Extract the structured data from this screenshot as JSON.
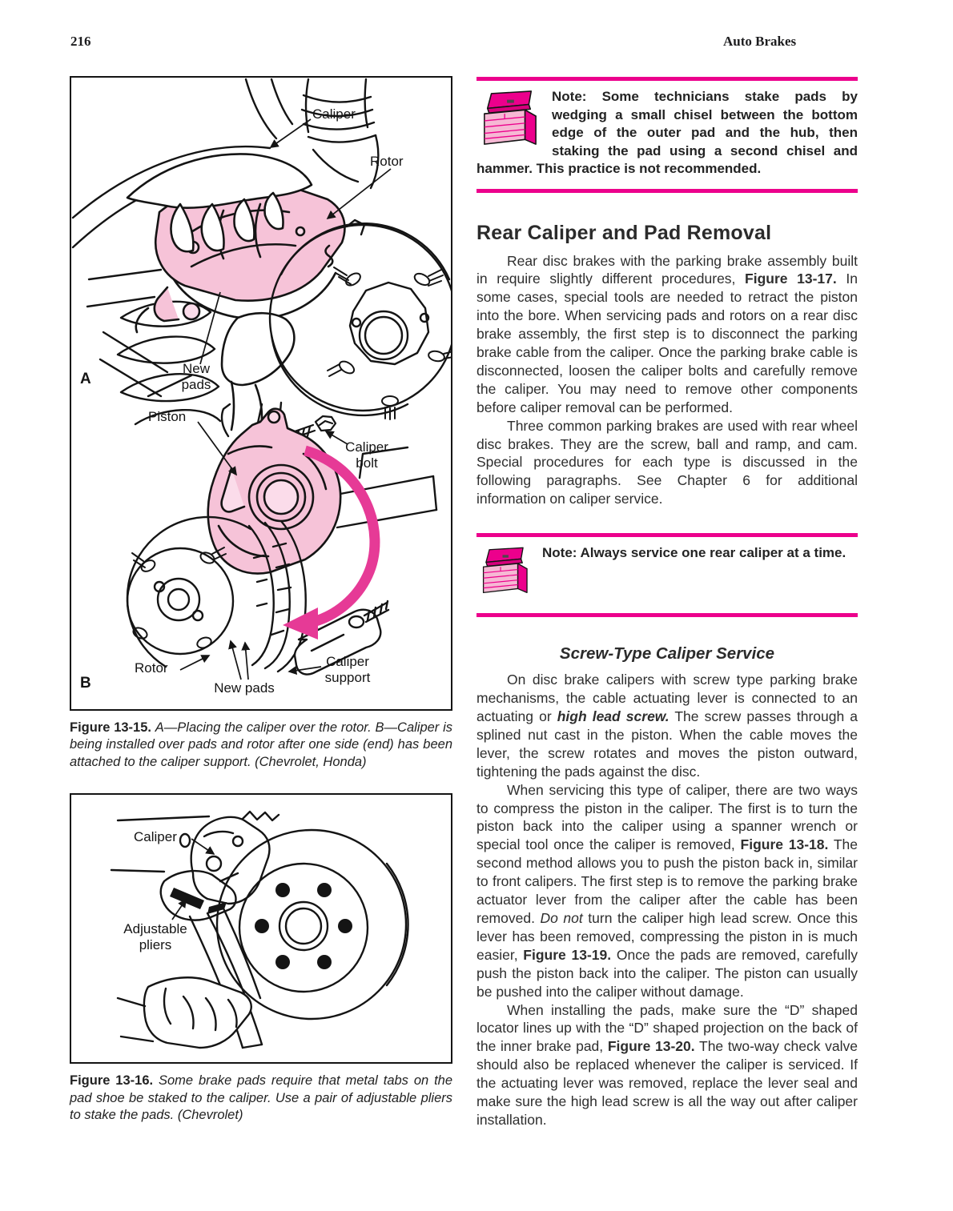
{
  "page": {
    "number": "216",
    "running_head": "Auto Brakes"
  },
  "colors": {
    "magenta_rule": "#ec008c",
    "caliper_pink": "#f6c3d8",
    "arrow_magenta": "#e63a96"
  },
  "notes": [
    {
      "icon": "toolbox-icon",
      "text": "Note: Some technicians stake pads by wedging a small chisel between the bottom edge of the outer pad and the hub, then staking the pad using a second chisel and hammer. This practice is not recommended."
    },
    {
      "icon": "toolbox-icon",
      "text": "Note: Always service one rear caliper at a time."
    }
  ],
  "headings": {
    "h1": "Rear Caliper and Pad Removal",
    "h2": "Screw-Type Caliper Service"
  },
  "rich": {
    "p1": [
      {
        "t": "Rear disc brakes with the parking brake assembly built in require slightly different procedures, "
      },
      {
        "t": "Figure 13-17.",
        "b": 1
      },
      {
        "t": " In some cases, special tools are needed to retract the piston into the bore. When servicing pads and rotors on a rear disc brake assembly, the first step is to disconnect the parking brake cable from the caliper. Once the parking brake cable is disconnected, loosen the caliper bolts and carefully remove the caliper. You may need to remove other components before caliper removal can be performed."
      }
    ],
    "p2": [
      {
        "t": "Three common parking brakes are used with rear wheel disc brakes. They are the screw, ball and ramp, and cam. Special procedures for each type is discussed in the following paragraphs. See Chapter 6 for additional information on caliper service."
      }
    ],
    "p3": [
      {
        "t": "On disc brake calipers with screw type parking brake mechanisms, the cable actuating lever is connected to an actuating or "
      },
      {
        "t": "high lead screw.",
        "b": 1,
        "i": 1
      },
      {
        "t": " The screw passes through a splined nut cast in the piston. When the cable moves the lever, the screw rotates and moves the piston outward, tightening the pads against the disc."
      }
    ],
    "p4": [
      {
        "t": "When servicing this type of caliper, there are two ways to compress the piston in the caliper. The first is to turn the piston back into the caliper using a spanner wrench or special tool once the caliper is removed, "
      },
      {
        "t": "Figure 13-18.",
        "b": 1
      },
      {
        "t": " The second method allows you to push the piston back in, similar to front calipers. The first step is to remove the parking brake actuator lever from the caliper after the cable has been removed. "
      },
      {
        "t": "Do not",
        "i": 1
      },
      {
        "t": " turn the caliper high lead screw. Once this lever has been removed, compressing the piston in is much easier, "
      },
      {
        "t": "Figure 13-19.",
        "b": 1
      },
      {
        "t": " Once the pads are removed, carefully push the piston back into the caliper. The piston can usually be pushed into the caliper without damage."
      }
    ],
    "p5": [
      {
        "t": "When installing the pads, make sure the “D” shaped locator lines up with the “D” shaped projection on the back of the inner brake pad, "
      },
      {
        "t": "Figure 13-20.",
        "b": 1
      },
      {
        "t": " The two-way check valve should also be replaced whenever the caliper is serviced. If the actuating lever was removed, replace the lever seal and make sure the high lead screw is all the way out after caliper installation."
      }
    ],
    "caption15": [
      {
        "t": "Figure 13-15. ",
        "b": 1
      },
      {
        "t": "A—Placing the caliper over the rotor. B—Caliper is being installed over pads and rotor after one side (end) has been attached to the caliper support. (Chevrolet, Honda)",
        "i": 1
      }
    ],
    "caption16": [
      {
        "t": "Figure 13-16. ",
        "b": 1
      },
      {
        "t": "Some brake pads require that metal tabs on the pad shoe be staked to the caliper. Use a pair of adjustable pliers to stake the pads. (Chevrolet)",
        "i": 1
      }
    ]
  },
  "fig15": {
    "labels": {
      "caliper_a": "Caliper",
      "rotor_a": "Rotor",
      "new_pads_a": "New\npads",
      "letter_a": "A",
      "piston": "Piston",
      "caliper_bolt": "Caliper\nbolt",
      "rotor_b": "Rotor",
      "new_pads_b": "New pads",
      "caliper_support": "Caliper\nsupport",
      "letter_b": "B"
    }
  },
  "fig16": {
    "labels": {
      "caliper": "Caliper",
      "adjustable_pliers": "Adjustable\npliers"
    }
  }
}
